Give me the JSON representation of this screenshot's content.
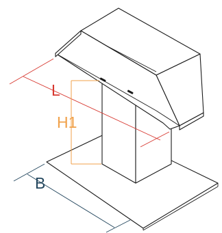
{
  "dimensions": {
    "L": {
      "label": "L",
      "color": "#d7372f"
    },
    "H1": {
      "label": "H1",
      "color": "#f0a14a"
    },
    "B": {
      "label": "B",
      "color": "#24475e"
    }
  }
}
